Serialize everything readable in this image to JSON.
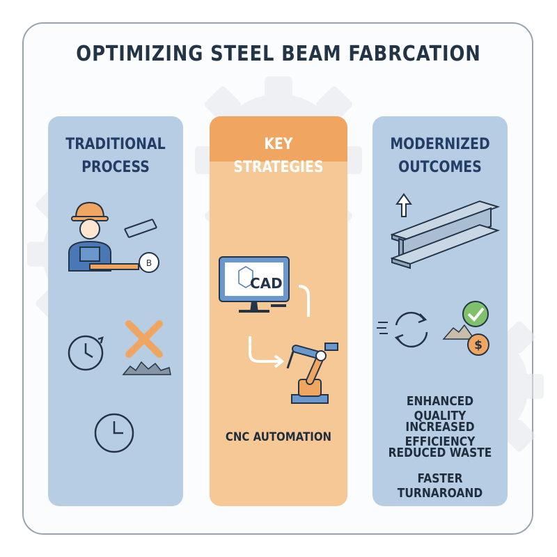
{
  "title": "OPTIMIZING STEEL BEAM FABRCATION",
  "columns": {
    "traditional": {
      "line1": "TRADITIONAL",
      "line2": "PROCESS"
    },
    "strategies": {
      "heading": "KEY STRATEGIES",
      "cad_label": "CAD",
      "cnc_label": "CNC AUTOMATION"
    },
    "modernized": {
      "line1": "MODERNIZED",
      "line2": "OUTCOMES",
      "outcomes": [
        "ENHANCED QUALITY",
        "INCREASED EFFICIENCY",
        "REDUCED WASTE",
        "FASTER TURNAROAND"
      ]
    }
  },
  "colors": {
    "panel_blue": "#b7cde3",
    "panel_orange": "#f6c896",
    "header_orange": "#f0a660",
    "heading_navy": "#233d66",
    "dark_text": "#1f2d3d",
    "accent_orange": "#f0a660"
  },
  "icons": {
    "traditional": [
      "worker-measuring-icon",
      "steel-beam-sketch-icon",
      "clock-arrow-icon",
      "error-x-icon",
      "scrap-waste-icon",
      "clock-icon"
    ],
    "strategies": [
      "cad-monitor-icon",
      "flow-arrow-icon",
      "robot-arm-icon"
    ],
    "modernized": [
      "up-arrow-icon",
      "i-beam-icon",
      "cycle-arrows-icon",
      "checkmark-badge-icon",
      "waste-pile-icon",
      "dollar-coin-icon"
    ]
  }
}
